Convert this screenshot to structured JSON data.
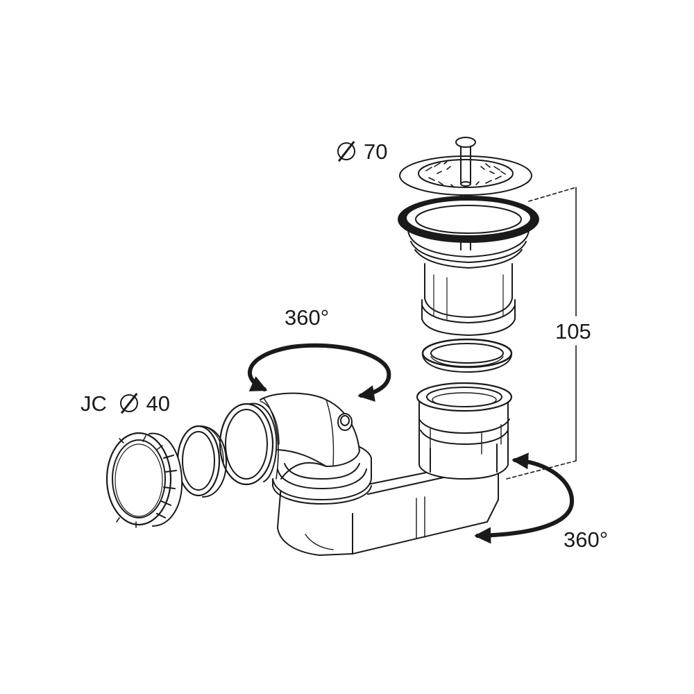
{
  "labels": {
    "strainer_diameter": "70",
    "outlet_prefix": "JC",
    "outlet_diameter": "40",
    "rotation_elbow": "360°",
    "rotation_body": "360°",
    "height": "105"
  },
  "colors": {
    "line": "#1a1a1a",
    "background": "#ffffff"
  },
  "icons": {
    "diameter_symbol": "diameter-symbol-icon",
    "rotation_arrow": "rotation-arrow-icon"
  }
}
